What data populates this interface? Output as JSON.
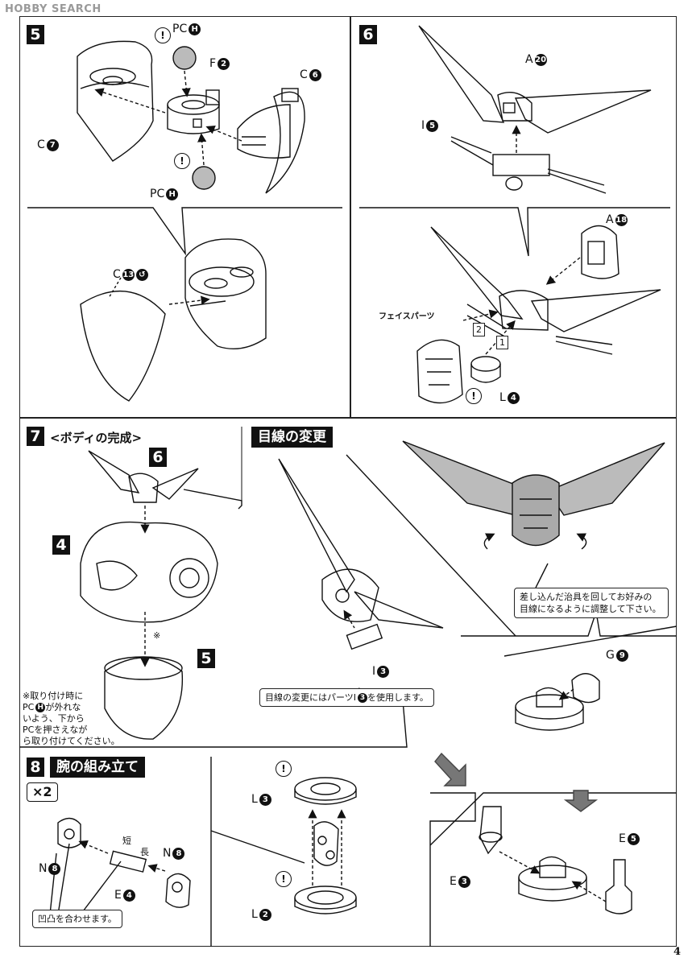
{
  "watermark": "HOBBY SEARCH",
  "page_number": "4",
  "steps": {
    "s5": {
      "num": "5",
      "labels": {
        "pc": "PC",
        "pc_badge": "H",
        "f": "F",
        "f_num": "2",
        "c6": "C",
        "c6_num": "6",
        "c7": "C",
        "c7_num": "7",
        "c13": "C",
        "c13_num": "13"
      }
    },
    "s6": {
      "num": "6",
      "labels": {
        "a20": "A",
        "a20_num": "20",
        "i5": "I",
        "i5_num": "5",
        "a18": "A",
        "a18_num": "18",
        "l4": "L",
        "l4_num": "4",
        "face": "フェイスパーツ",
        "order1": "1",
        "order2": "2"
      }
    },
    "s7": {
      "num": "7",
      "title": "<ボディの完成>",
      "refs": [
        "6",
        "4",
        "5"
      ],
      "asterisk": "※",
      "note": [
        "※取り付け時に",
        "PC",
        "H",
        "が外れな",
        "いよう、下から",
        "PCを押さえなが",
        "ら取り付けてください。"
      ]
    },
    "gaze": {
      "title": "目線の変更",
      "i3": "I",
      "i3_num": "3",
      "tip": [
        "差し込んだ治具を回してお好みの",
        "目線になるように調整して下さい。"
      ],
      "usage_pre": "目線の変更にはパーツ",
      "usage_part": "I",
      "usage_num": "3",
      "usage_post": "を使用します。"
    },
    "s8": {
      "num": "8",
      "title": "腕の組み立て",
      "times": "×2",
      "n8": "N",
      "n8_num": "8",
      "e4": "E",
      "e4_num": "4",
      "short": "短",
      "long": "長",
      "align_note": "凹凸を合わせます。",
      "l3": "L",
      "l3_num": "3",
      "l2": "L",
      "l2_num": "2",
      "g9": "G",
      "g9_num": "9",
      "e3": "E",
      "e3_num": "3",
      "e5": "E",
      "e5_num": "5"
    }
  },
  "warning_symbol": "!"
}
